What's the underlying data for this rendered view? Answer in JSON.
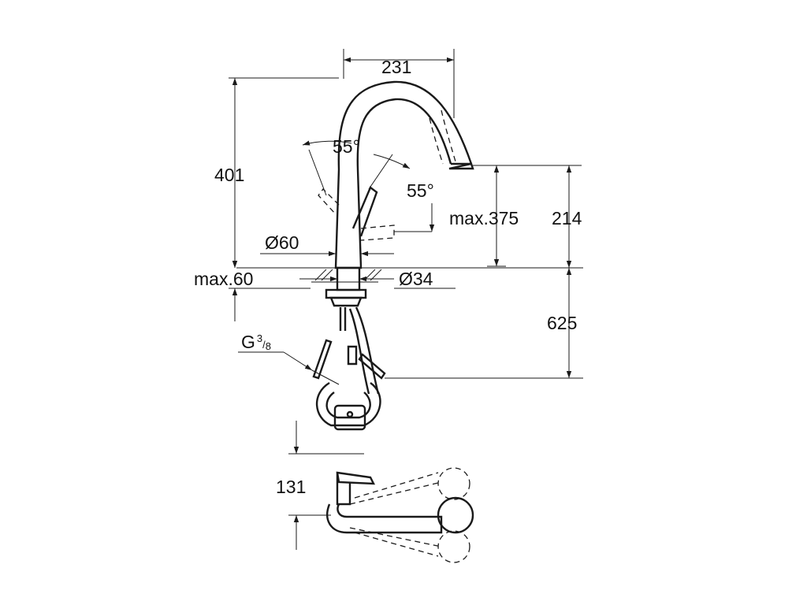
{
  "drawing": {
    "colors": {
      "line": "#1a1a1a",
      "background": "#ffffff"
    },
    "dimensions": {
      "reach": "231",
      "total_height": "401",
      "spout_angle": "55°",
      "lever_angle": "55°",
      "max_height": "max.375",
      "spout_height": "214",
      "body_diameter": "Ø60",
      "shank_diameter": "Ø34",
      "max_counter": "max.60",
      "hose_length": "625",
      "thread_main": "G",
      "thread_num": "3",
      "thread_den": "8",
      "top_view_offset": "131"
    }
  }
}
